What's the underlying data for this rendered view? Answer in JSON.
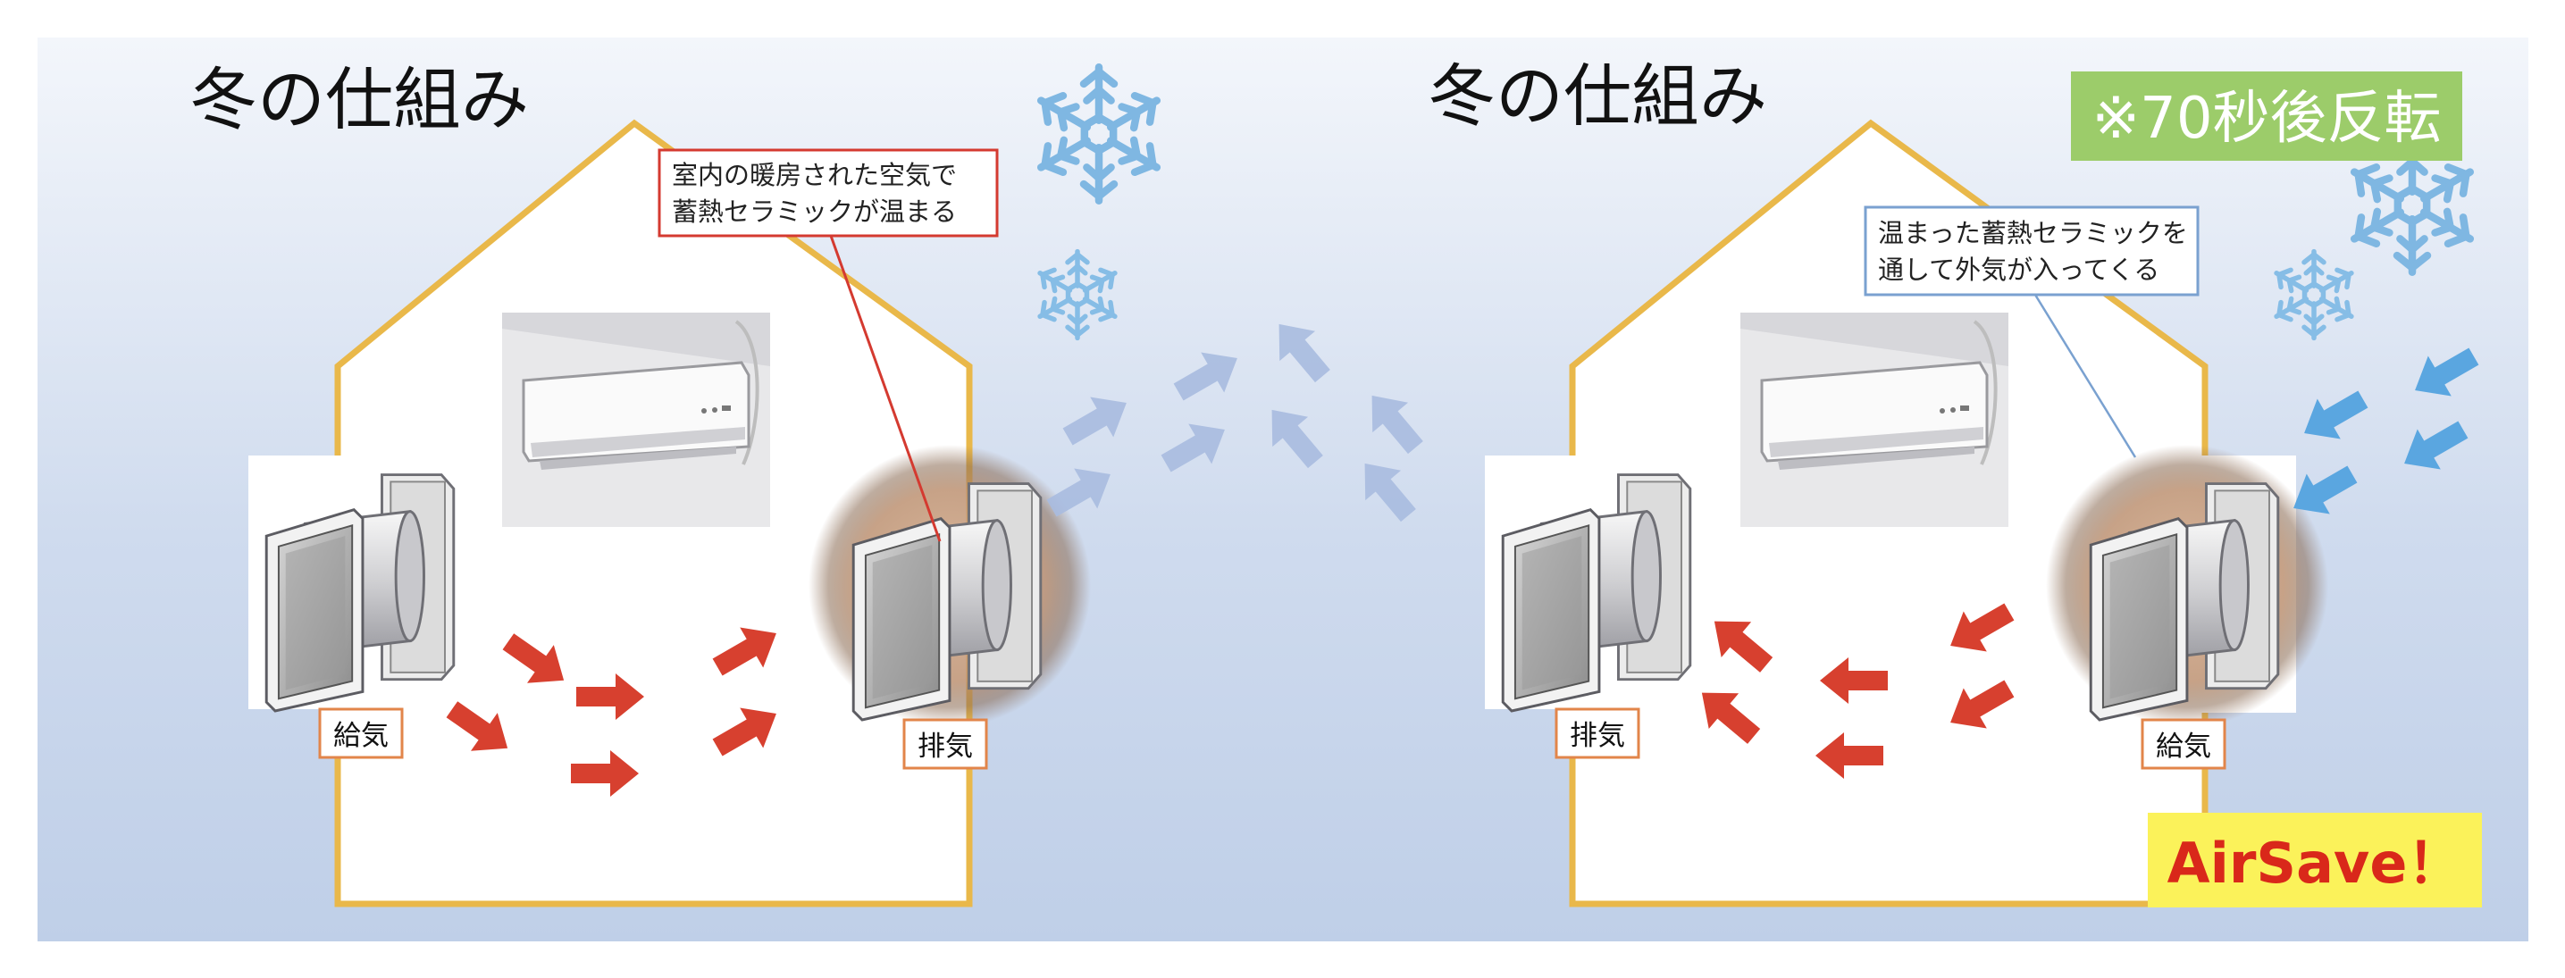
{
  "panels": [
    {
      "id": "left",
      "title": "冬の仕組み",
      "callout": [
        "室内の暖房された空気で",
        "蓄熱セラミックが温まる"
      ],
      "left_label": "給気",
      "right_label": "排気"
    },
    {
      "id": "right",
      "title": "冬の仕組み",
      "callout": [
        "温まった蓄熱セラミックを",
        "通して外気が入ってくる"
      ],
      "left_label": "排気",
      "right_label": "給気"
    }
  ],
  "badge": {
    "text": "※70秒後反転",
    "color": "#9ccc6a"
  },
  "brand": {
    "text": "AirSave！",
    "color": "#d9281a",
    "background": "#fbf25a"
  },
  "colors": {
    "house_outline": "#e9b84a",
    "indoor_arrow": "#d7402f",
    "outside_arrow": "#5aa6e0",
    "exhaust_arrow": "#a9bce0",
    "snow": "#7fb7e2",
    "left_callout_border": "#d43a30",
    "right_callout_border": "#7aa1d0"
  },
  "icons": [
    "snowflake-icon",
    "air-conditioner-icon",
    "ventilation-fan-icon",
    "arrow-icon"
  ]
}
